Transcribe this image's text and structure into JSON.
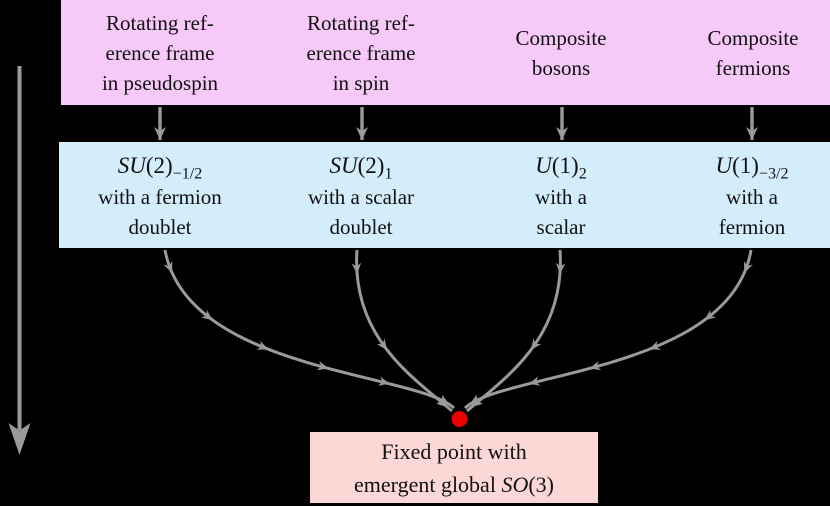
{
  "colors": {
    "background": "#000000",
    "top_box": "#f7c9f9",
    "middle_box": "#d3edfb",
    "bottom_box": "#fbd7d6",
    "arrow": "#9a9a9a",
    "fixed_point": "#ee0000",
    "text": "#111111"
  },
  "icons": {
    "flow_arrowhead": "stealth-down-arrow",
    "fixed_point_marker": "red-dot"
  },
  "top_row": {
    "items": [
      {
        "label": "Rotating ref-\nerence frame\nin pseudospin"
      },
      {
        "label": "Rotating ref-\nerence frame\nin spin"
      },
      {
        "label": "Composite\nbosons"
      },
      {
        "label": "Composite\nfermions"
      }
    ]
  },
  "middle_row": {
    "items": [
      {
        "group": "SU",
        "paren": "(2)",
        "sub": "−1/2",
        "desc": "with a fermion\ndoublet"
      },
      {
        "group": "SU",
        "paren": "(2)",
        "sub": "1",
        "desc": "with a scalar\ndoublet"
      },
      {
        "group": "U",
        "paren": "(1)",
        "sub": "2",
        "desc": "with a\nscalar"
      },
      {
        "group": "U",
        "paren": "(1)",
        "sub": "−3/2",
        "desc": "with a\nfermion"
      }
    ]
  },
  "bottom_box": {
    "line1": "Fixed point with",
    "line2_text": "emergent global ",
    "line2_group": "SO",
    "line2_paren": "(3)"
  }
}
